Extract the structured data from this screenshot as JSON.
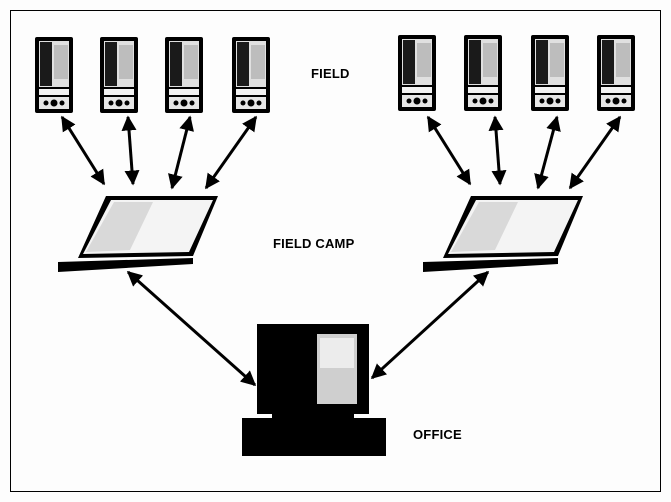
{
  "labels": {
    "field": "FIELD",
    "field_camp": "FIELD CAMP",
    "office": "OFFICE"
  },
  "colors": {
    "ink": "#000000",
    "device_screen": "#d8d8d8",
    "background": "#fdfdfd"
  },
  "icons": {
    "handheld": "pda-handheld-icon",
    "laptop": "laptop-icon",
    "desktop": "desktop-computer-icon"
  }
}
